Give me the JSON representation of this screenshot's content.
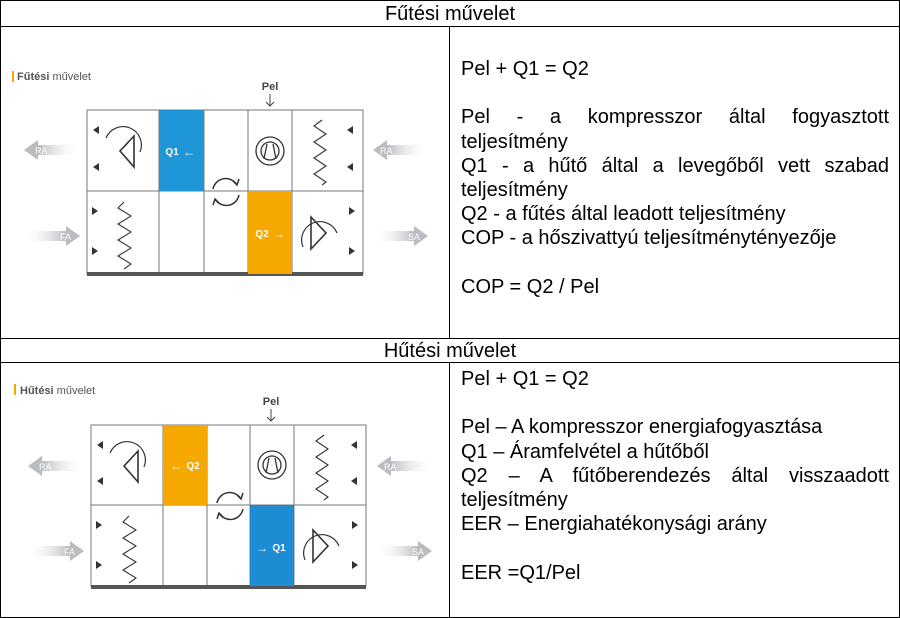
{
  "sections": [
    {
      "header": "Fűtési művelet",
      "diagram": {
        "title_bold": "Fűtési",
        "title_rest": " művelet",
        "pel_label": "Pel",
        "hx_top_label": "Q1",
        "hx_top_arrow": "←",
        "hx_top_color": "#1E96D8",
        "hx_bottom_label": "Q2",
        "hx_bottom_arrow": "→",
        "hx_bottom_color": "#F5A800",
        "ra_left": "RA",
        "fa": "FA",
        "ra_right": "RA",
        "sa": "SA"
      },
      "formula": "Pel + Q1 = Q2",
      "definitions": [
        "Pel - a kompresszor által fogyasztott teljesítmény",
        "Q1 - a hűtő által a levegőből vett szabad teljesítmény",
        "Q2 - a fűtés által leadott teljesítmény",
        "COP - a hőszivattyú teljesítménytényezője"
      ],
      "result_formula": "COP = Q2 / Pel"
    },
    {
      "header": "Hűtési művelet",
      "diagram": {
        "title_bold": "Hűtési",
        "title_rest": " művelet",
        "pel_label": "Pel",
        "hx_top_label": "Q2",
        "hx_top_arrow": "←",
        "hx_top_color": "#F5A800",
        "hx_bottom_label": "Q1",
        "hx_bottom_arrow": "→",
        "hx_bottom_color": "#1E8CD2",
        "ra_left": "RA",
        "fa": "FA",
        "ra_right": "RA",
        "sa": "SA"
      },
      "formula": "Pel + Q1 = Q2",
      "definitions": [
        "Pel – A kompresszor energiafogyasztása",
        "Q1 – Áramfelvétel a hűtőből",
        "Q2 – A fűtőberendezés által visszaadott teljesítmény",
        "EER – Energiahatékonysági arány"
      ],
      "result_formula": "EER =Q1/Pel"
    }
  ]
}
